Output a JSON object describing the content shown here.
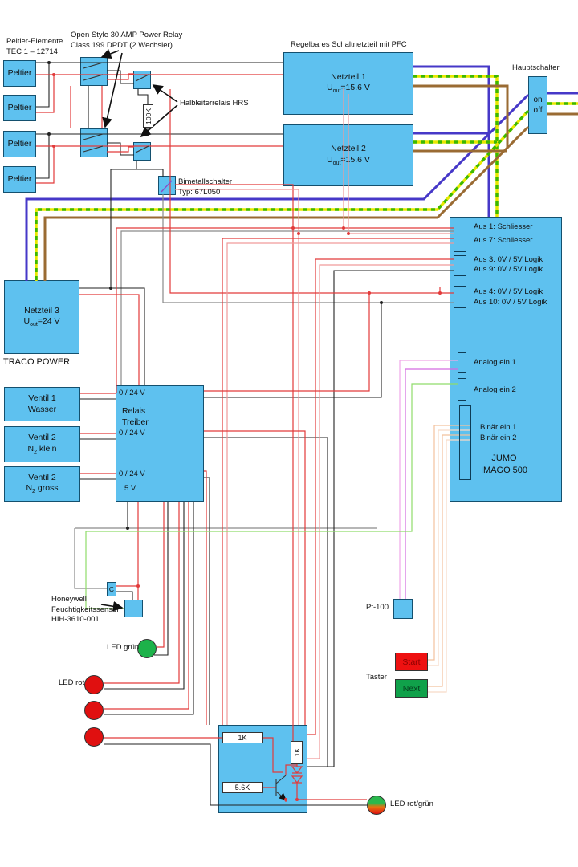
{
  "colors": {
    "box_fill": "#5EC1EF",
    "box_border": "#14506E",
    "wire_red": "#E23A3A",
    "wire_red_light": "#F09A9A",
    "wire_black": "#222222",
    "wire_gray": "#8A8A8A",
    "wire_blue": "#4638C8",
    "wire_yellow": "#E8E800",
    "wire_green": "#3DB800",
    "wire_brown": "#9A6B33",
    "wire_pink": "#F0A6E8",
    "wire_magenta": "#D36AE0",
    "wire_lightgreen": "#8FDC6A",
    "wire_salmon": "#F2C29E",
    "led_green": "#1DB24A",
    "led_red": "#E01010",
    "btn_start_bg": "#EE1111",
    "btn_next_bg": "#10A14A"
  },
  "peltier_section": {
    "caption_line1": "Peltier-Elemente",
    "caption_line2": "TEC 1 – 12714",
    "boxes": [
      "Peltier",
      "Peltier",
      "Peltier",
      "Peltier"
    ]
  },
  "relay_section": {
    "caption_line1": "Open Style 30 AMP Power Relay",
    "caption_line2": "Class 199 DPDT (2 Wechsler)",
    "hrs_caption": "Halbleiterrelais HRS",
    "resistor_label": "100K",
    "bimetall_line1": "Bimetallschalter",
    "bimetall_line2": "Typ: 67L050"
  },
  "psu_section": {
    "caption": "Regelbares Schaltnetzteil mit PFC",
    "u": "U",
    "sub": "out",
    "netzteil1_title": "Netzteil 1",
    "netzteil1_value": "=15.6 V",
    "netzteil2_title": "Netzteil 2",
    "netzteil2_value": "=15.6 V",
    "hauptschalter_caption": "Hauptschalter",
    "on_label": "on",
    "off_label": "off"
  },
  "traco_section": {
    "netzteil3_title": "Netzteil 3",
    "netzteil3_value": "=24 V",
    "brand": "TRACO POWER"
  },
  "valves": {
    "v1_line1": "Ventil 1",
    "v1_line2": "Wasser",
    "v2_line1": "Ventil 2",
    "n": "N",
    "n_sub": "2",
    "v2_rest": " klein",
    "v3_line1": "Ventil 2",
    "v3_rest": " gross"
  },
  "relais_treiber": {
    "title_line1": "Relais",
    "title_line2": "Treiber",
    "row1": "0 / 24 V",
    "row2": "0 / 24 V",
    "row3": "0 / 24 V",
    "v5": "5 V"
  },
  "jumo": {
    "aus1": "Aus 1: Schliesser",
    "aus7": "Aus 7: Schliesser",
    "aus3": "Aus 3: 0V / 5V Logik",
    "aus9": "Aus 9: 0V / 5V Logik",
    "aus4": "Aus 4: 0V / 5V Logik",
    "aus10": "Aus 10: 0V / 5V Logik",
    "analog1": "Analog ein 1",
    "analog2": "Analog ein 2",
    "binaer1": "Binär ein 1",
    "binaer2": "Binär ein 2",
    "name_line1": "JUMO",
    "name_line2": "IMAGO 500"
  },
  "sensors": {
    "c_label": "C",
    "honeywell_line1": "Honeywell",
    "honeywell_line2": "Feuchtigkeitssensor",
    "honeywell_line3": "HIH-3610-001",
    "pt100": "Pt-100"
  },
  "leds": {
    "gruen": "LED grün",
    "rot": "LED rot",
    "rotgruen": "LED rot/grün"
  },
  "buttons": {
    "taster": "Taster",
    "start": "Start",
    "next": "Next"
  },
  "bottom_circuit": {
    "r1": "1K",
    "r2": "1K",
    "r3": "5.6K"
  }
}
